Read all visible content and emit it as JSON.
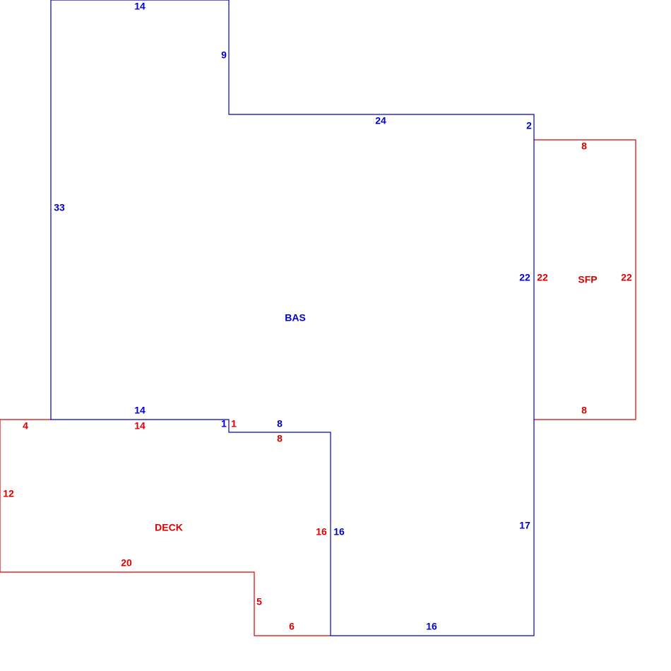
{
  "colors": {
    "bas": "#0000cc",
    "deck": "#dd0000",
    "sfp": "#dd0000"
  },
  "areas": {
    "bas": {
      "label": "BAS",
      "dims": {
        "top_left": "14",
        "notch_side": "9",
        "upper_top": "24",
        "right_jog": "2",
        "left_side": "33",
        "right_upper": "22",
        "bottom_left": "14",
        "small_step": "1",
        "step_top": "8",
        "step_side": "16",
        "right_lower": "17",
        "bottom": "16"
      }
    },
    "deck": {
      "label": "DECK",
      "dims": {
        "top_left": "4",
        "top_mid": "14",
        "small_step": "1",
        "step_top": "8",
        "left_side": "12",
        "right_side": "16",
        "bottom_left": "20",
        "drop": "5",
        "bottom_right": "6"
      }
    },
    "sfp": {
      "label": "SFP",
      "dims": {
        "top": "8",
        "left_side": "22",
        "right_side": "22",
        "bottom": "8"
      }
    }
  }
}
